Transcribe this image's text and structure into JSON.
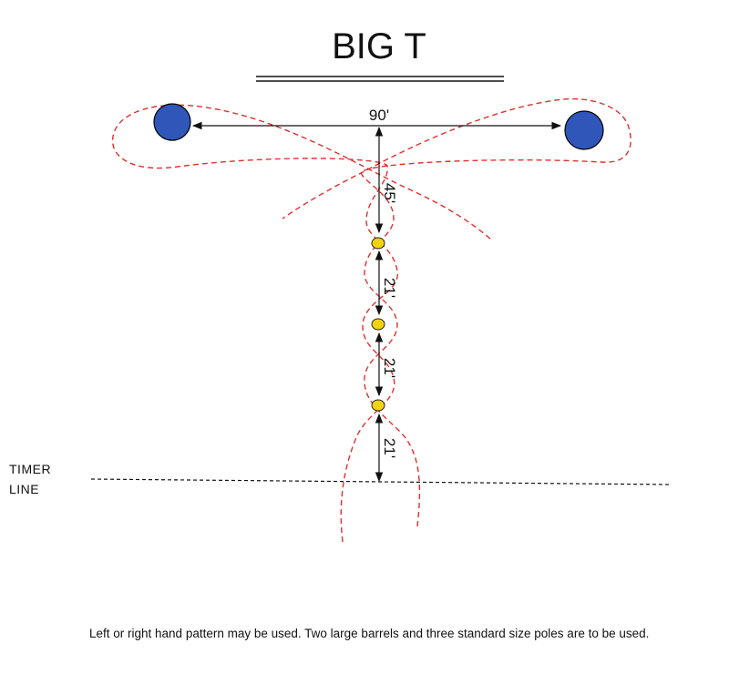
{
  "title": "BIG T",
  "dimensions": {
    "barrel_spacing": "90'",
    "barrels_to_pole1": "45'",
    "pole1_to_pole2": "21'",
    "pole2_to_pole3": "21'",
    "pole3_to_timer": "21'"
  },
  "timer_label": {
    "line1": "TIMER",
    "line2": "LINE"
  },
  "note": "Left or right hand pattern may be used.  Two large barrels and three standard size poles are to be used.",
  "colors": {
    "barrel": "#2f56b8",
    "pole": "#f2d40e",
    "pattern": "#e03030"
  },
  "icons": {
    "barrel": "blue-circle",
    "pole": "yellow-oval"
  }
}
